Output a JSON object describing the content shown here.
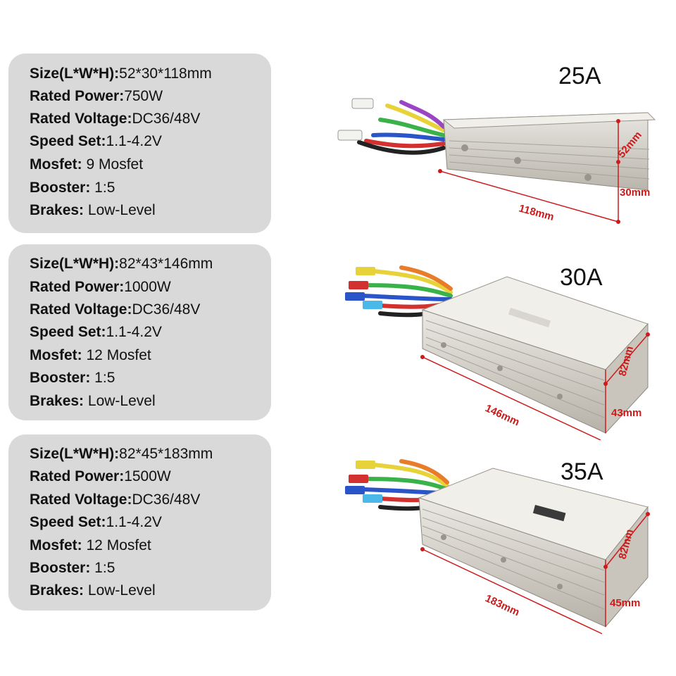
{
  "products": [
    {
      "amp": "25A",
      "specs": [
        {
          "key": "Size(L*W*H):",
          "value": "52*30*118mm"
        },
        {
          "key": "Rated Power:",
          "value": "750W"
        },
        {
          "key": "Rated Voltage:",
          "value": "DC36/48V"
        },
        {
          "key": "Speed Set:",
          "value": "1.1-4.2V"
        },
        {
          "key": "Mosfet:",
          "value": " 9 Mosfet"
        },
        {
          "key": "Booster:",
          "value": " 1:5"
        },
        {
          "key": "Brakes:",
          "value": " Low-Level"
        }
      ],
      "dims": {
        "length": "118mm",
        "height": "52mm",
        "width": "30mm"
      }
    },
    {
      "amp": "30A",
      "specs": [
        {
          "key": "Size(L*W*H):",
          "value": "82*43*146mm"
        },
        {
          "key": "Rated Power:",
          "value": "1000W"
        },
        {
          "key": "Rated Voltage:",
          "value": "DC36/48V"
        },
        {
          "key": "Speed Set:",
          "value": "1.1-4.2V"
        },
        {
          "key": "Mosfet:",
          "value": " 12 Mosfet"
        },
        {
          "key": "Booster:",
          "value": " 1:5"
        },
        {
          "key": "Brakes:",
          "value": " Low-Level"
        }
      ],
      "dims": {
        "length": "146mm",
        "height": "82mm",
        "width": "43mm"
      }
    },
    {
      "amp": "35A",
      "specs": [
        {
          "key": "Size(L*W*H):",
          "value": "82*45*183mm"
        },
        {
          "key": "Rated Power:",
          "value": "1500W"
        },
        {
          "key": "Rated Voltage:",
          "value": "DC36/48V"
        },
        {
          "key": "Speed Set:",
          "value": "1.1-4.2V"
        },
        {
          "key": "Mosfet:",
          "value": " 12 Mosfet"
        },
        {
          "key": "Booster:",
          "value": " 1:5"
        },
        {
          "key": "Brakes:",
          "value": " Low-Level"
        }
      ],
      "dims": {
        "length": "183mm",
        "height": "82mm",
        "width": "45mm"
      }
    }
  ],
  "colors": {
    "card": "#d9d9d9",
    "dimension": "#cc1b1b",
    "housing": "#cfcbc3"
  }
}
